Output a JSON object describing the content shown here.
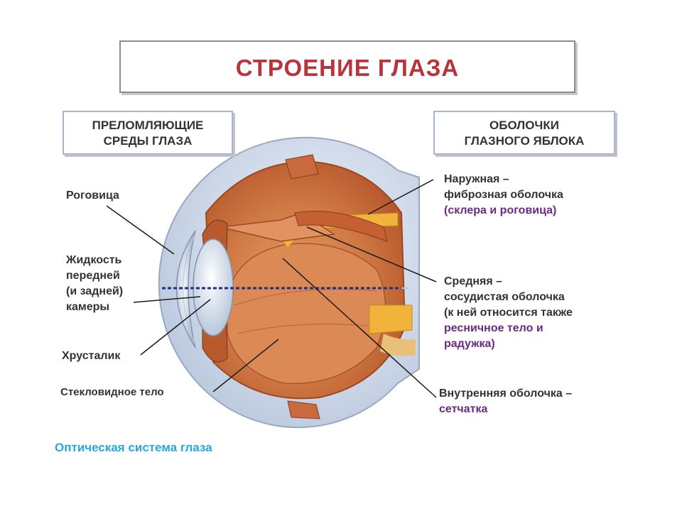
{
  "title": "СТРОЕНИЕ ГЛАЗА",
  "refractive_header": [
    "ПРЕЛОМЛЯЮЩИЕ",
    "СРЕДЫ ГЛАЗА"
  ],
  "membranes_header": [
    "ОБОЛОЧКИ",
    "ГЛАЗНОГО ЯБЛОКА"
  ],
  "left_labels": {
    "cornea": "Роговица",
    "aqueous": [
      "Жидкость",
      "передней",
      "(и задней)",
      "камеры"
    ],
    "lens": "Хрусталик",
    "vitreous": "Стекловидное тело"
  },
  "right_labels": {
    "outer": [
      "Наружная –",
      "фиброзная оболочка"
    ],
    "outer_sub": "(склера и роговица)",
    "middle": [
      "Средняя –",
      "сосудистая оболочка",
      "(к ней относится также"
    ],
    "middle_sub": [
      "ресничное тело и",
      "радужка)"
    ],
    "inner": "Внутренняя оболочка –",
    "inner_sub": "сетчатка"
  },
  "caption": "Оптическая система глаза",
  "colors": {
    "title": "#b8343a",
    "caption": "#2aa6dd",
    "purple": "#6a2a82",
    "choroid": "#c8683a",
    "sclera": "#cfd9e8",
    "retina_yellow": "#f0b43c",
    "axis": "#1f2f8a"
  }
}
